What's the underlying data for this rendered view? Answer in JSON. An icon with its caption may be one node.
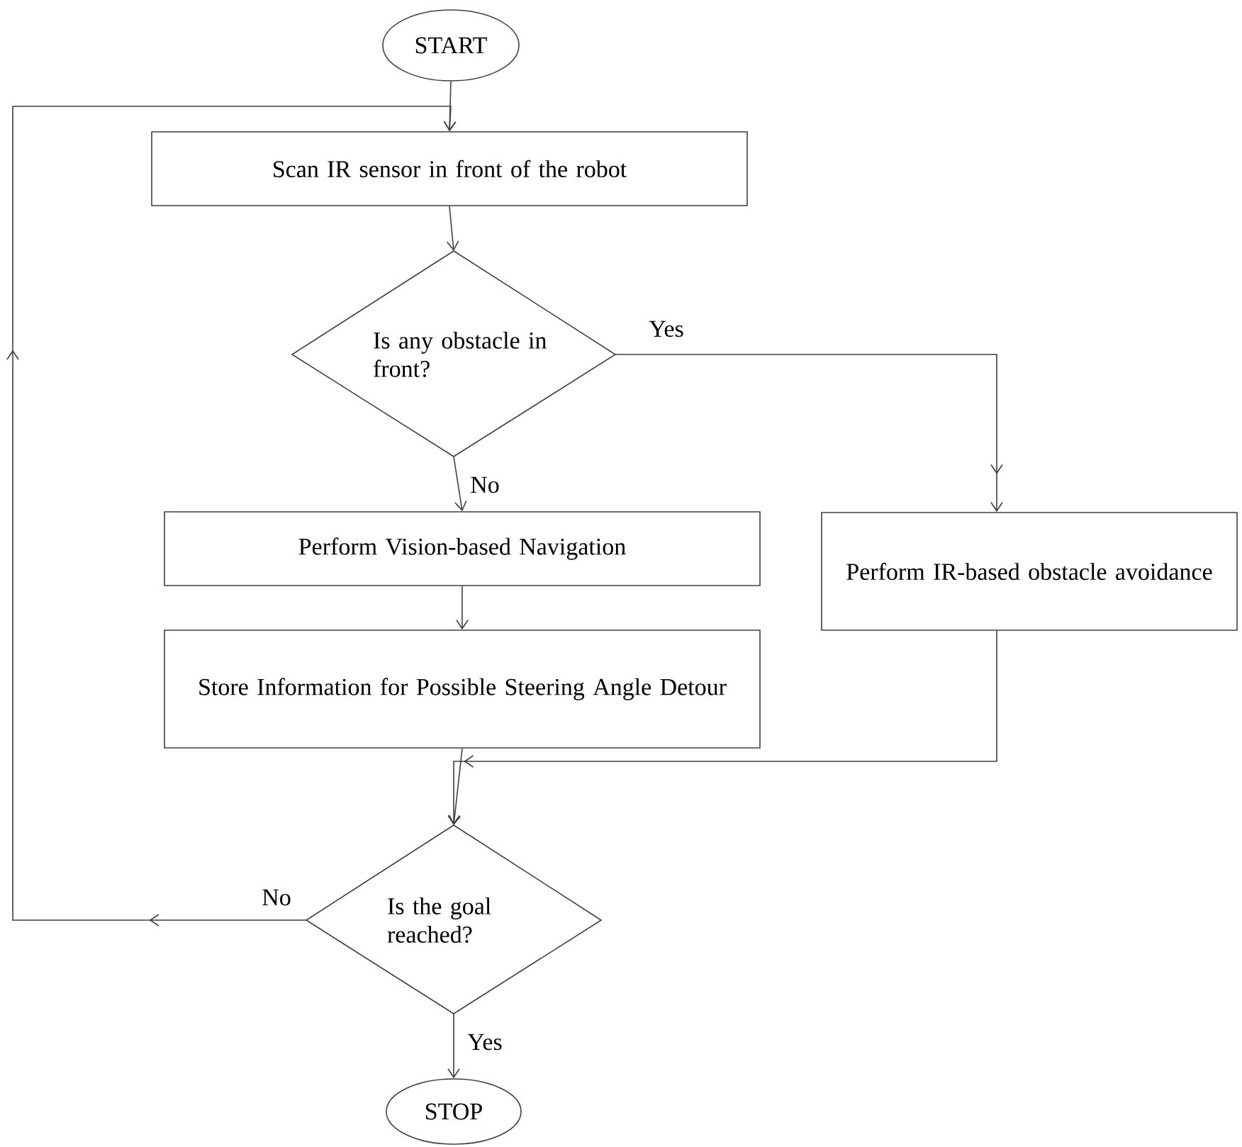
{
  "diagram": {
    "nodes": [
      {
        "text": [
          "START"
        ]
      },
      {
        "text": [
          "Scan IR sensor in front of the robot"
        ]
      },
      {
        "text": [
          "Is any obstacle in front?"
        ]
      },
      {
        "text": [
          "Perform Vision-based Navigation"
        ]
      },
      {
        "text": [
          "Store Information for Possible Steering Angle Detour"
        ]
      },
      {
        "text": [
          "Perform IR-based obstacle avoidance"
        ]
      },
      {
        "text": [
          "Is the goal reached?"
        ]
      },
      {
        "text": [
          "STOP"
        ]
      }
    ],
    "edges": [
      {
        "from": 0,
        "to": 1,
        "arrow": "to"
      },
      {
        "from": 1,
        "to": 2,
        "arrow": "to"
      },
      {
        "from": 2,
        "to": 5,
        "arrow": "to",
        "label": "Yes"
      },
      {
        "from": 2,
        "to": 3,
        "arrow": "to",
        "label": "No"
      },
      {
        "from": 3,
        "to": 4,
        "arrow": "to"
      },
      {
        "from": 4,
        "to": 6,
        "arrow": "to"
      },
      {
        "from": 5,
        "to": 6,
        "arrow": "to"
      },
      {
        "from": 6,
        "to": 1,
        "arrow": "to",
        "label": "No"
      },
      {
        "from": 6,
        "to": 7,
        "arrow": "to",
        "label": "Yes"
      }
    ]
  }
}
